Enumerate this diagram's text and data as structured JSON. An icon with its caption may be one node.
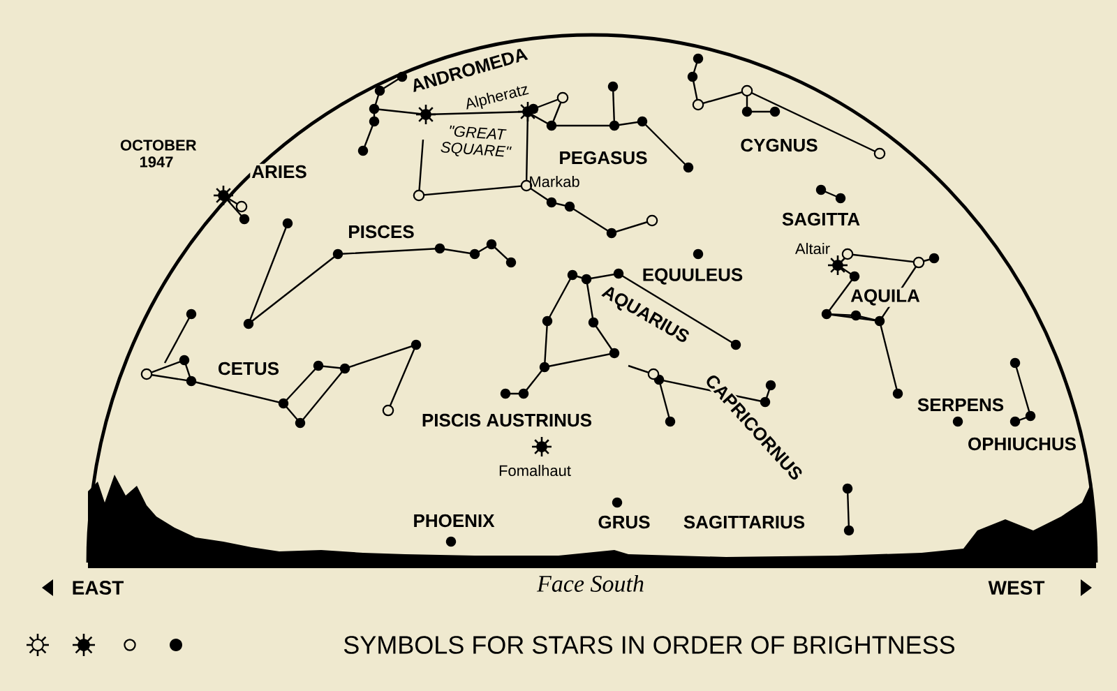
{
  "diagram": {
    "labels": [
      "OCTOBER 1947",
      "ANDROMEDA",
      "Alpheratz",
      "\"GREAT SQUARE\"",
      "PEGASUS",
      "Markab",
      "CYGNUS",
      "ARIES",
      "PISCES",
      "SAGITTA",
      "Altair",
      "EQUULEUS",
      "AQUILA",
      "AQUARIUS",
      "CETUS",
      "CAPRICORNUS",
      "PISCIS AUSTRINUS",
      "Fomalhaut",
      "SERPENS",
      "OPHIUCHUS",
      "PHOENIX",
      "GRUS",
      "SAGITTARIUS",
      "EAST",
      "Face South",
      "WEST",
      "SYMBOLS FOR STARS IN ORDER OF BRIGHTNESS"
    ]
  }
}
